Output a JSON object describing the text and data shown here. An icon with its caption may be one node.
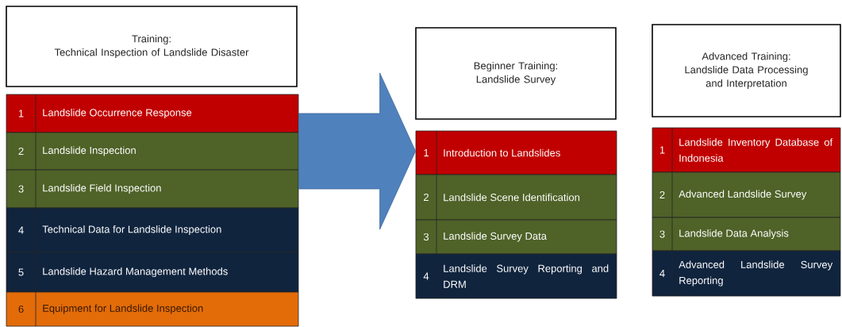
{
  "diagram": {
    "nodes": [
      {
        "text": [
          "Training:",
          "Technical Inspection of Landslide Disaster"
        ]
      },
      {
        "text": [
          "1",
          "Landslide Occurrence Response"
        ]
      },
      {
        "text": [
          "2",
          "Landslide Inspection"
        ]
      },
      {
        "text": [
          "3",
          "Landslide Field Inspection"
        ]
      },
      {
        "text": [
          "4",
          "Technical Data for Landslide Inspection"
        ]
      },
      {
        "text": [
          "5",
          "Landslide Hazard Management Methods"
        ]
      },
      {
        "text": [
          "6",
          "Equipment for Landslide Inspection"
        ]
      },
      {
        "text": [
          "Beginner Training:",
          "Landslide Survey"
        ]
      },
      {
        "text": [
          "1",
          "Introduction to Landslides"
        ]
      },
      {
        "text": [
          "2",
          "Landslide Scene Identification"
        ]
      },
      {
        "text": [
          "3",
          "Landslide Survey Data"
        ]
      },
      {
        "text": [
          "4",
          "Landslide Survey Reporting and DRM"
        ]
      },
      {
        "text": [
          "Advanced Training:",
          "Landslide Data Processing and Interpretation"
        ]
      },
      {
        "text": [
          "1",
          "Landslide Inventory Database of Indonesia"
        ]
      },
      {
        "text": [
          "2",
          "Advanced Landslide Survey"
        ]
      },
      {
        "text": [
          "3",
          "Landslide Data Analysis"
        ]
      },
      {
        "text": [
          "4",
          "Advanced Landslide Survey Reporting"
        ]
      }
    ],
    "edges": [
      {
        "from": 2,
        "to": 9,
        "arrow": "to"
      }
    ]
  }
}
